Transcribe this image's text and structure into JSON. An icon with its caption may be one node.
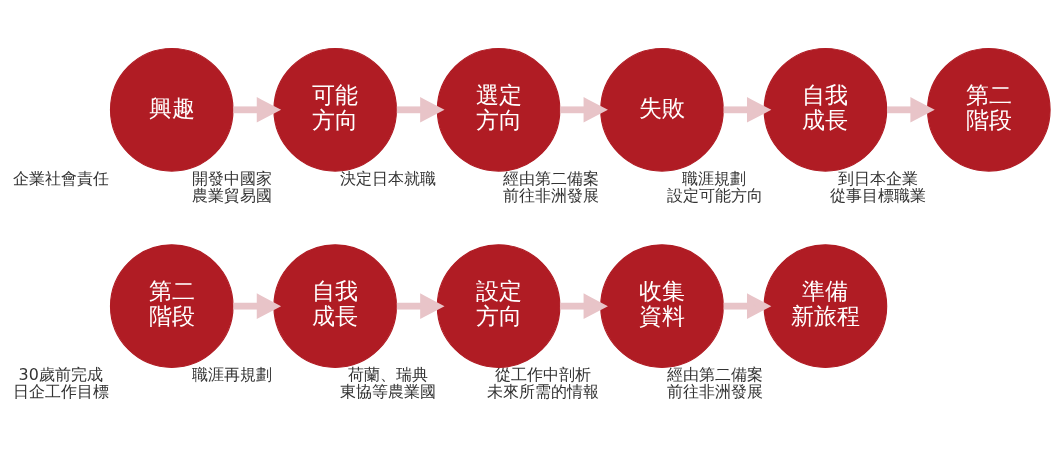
{
  "diagram": {
    "nodes": [
      {
        "text": [
          "興趣"
        ],
        "beside": [
          "企業社會責任"
        ]
      },
      {
        "text": [
          "可能方向"
        ],
        "beside": [
          "開發中國家農業貿易國"
        ]
      },
      {
        "text": [
          "選定方向"
        ],
        "beside": [
          "決定日本就職"
        ]
      },
      {
        "text": [
          "失敗"
        ],
        "beside": [
          "經由第二備案前往非洲發展"
        ]
      },
      {
        "text": [
          "自我成長"
        ],
        "beside": [
          "職涯規劃設定可能方向"
        ]
      },
      {
        "text": [
          "第二階段"
        ],
        "beside": [
          "到日本企業從事目標職業"
        ]
      },
      {
        "text": [
          "第二階段"
        ],
        "beside": [
          "30歲前完成日企工作目標"
        ]
      },
      {
        "text": [
          "自我成長"
        ],
        "beside": [
          "職涯再規劃"
        ]
      },
      {
        "text": [
          "設定方向"
        ],
        "beside": [
          "荷蘭、瑞典東協等農業國"
        ]
      },
      {
        "text": [
          "收集資料"
        ],
        "beside": [
          "從工作中剖析未來所需的情報"
        ]
      },
      {
        "text": [
          "準備新旅程"
        ],
        "beside": [
          "經由第二備案前往非洲發展"
        ]
      }
    ],
    "edges": [
      {
        "from": 0,
        "to": 1,
        "arrow": "to"
      },
      {
        "from": 1,
        "to": 2,
        "arrow": "to"
      },
      {
        "from": 2,
        "to": 3,
        "arrow": "to"
      },
      {
        "from": 3,
        "to": 4,
        "arrow": "to"
      },
      {
        "from": 4,
        "to": 5,
        "arrow": "to"
      },
      {
        "from": 6,
        "to": 7,
        "arrow": "to"
      },
      {
        "from": 7,
        "to": 8,
        "arrow": "to"
      },
      {
        "from": 8,
        "to": 9,
        "arrow": "to"
      },
      {
        "from": 9,
        "to": 10,
        "arrow": "to"
      }
    ]
  }
}
